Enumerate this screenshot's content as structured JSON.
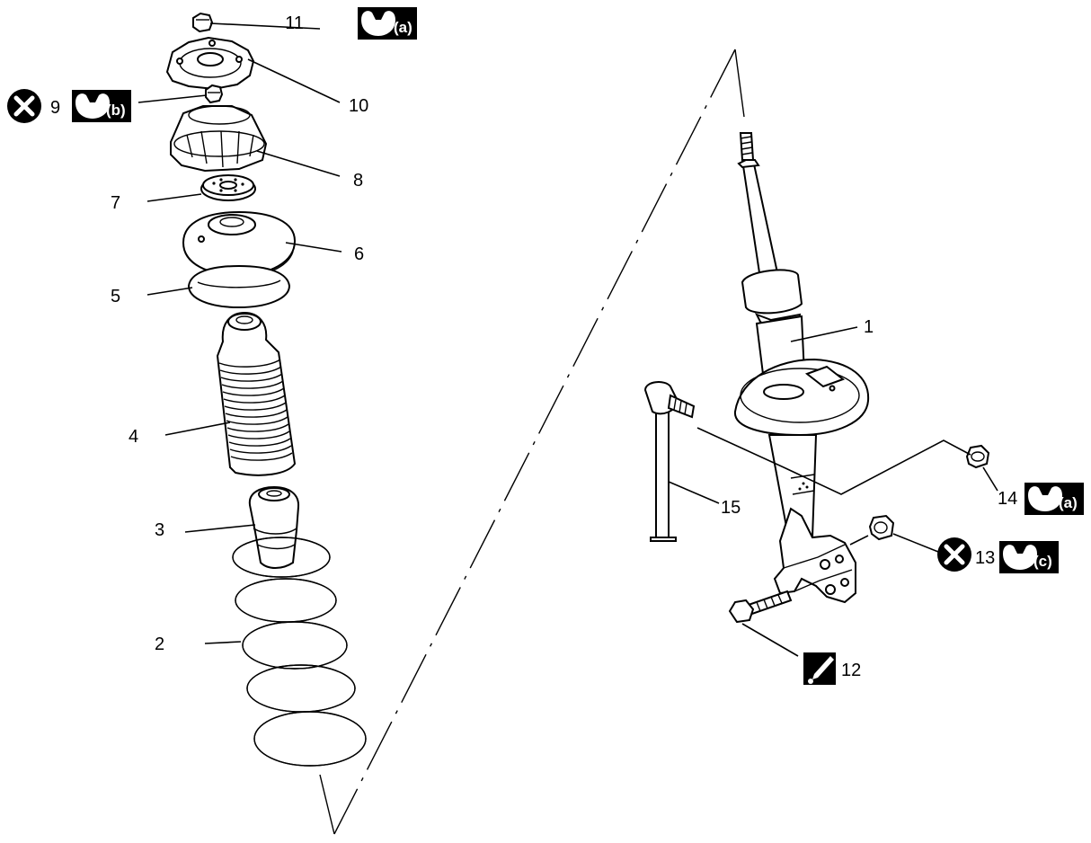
{
  "callouts": {
    "c1": "1",
    "c2": "2",
    "c3": "3",
    "c4": "4",
    "c5": "5",
    "c6": "6",
    "c7": "7",
    "c8": "8",
    "c9": "9",
    "c10": "10",
    "c11": "11",
    "c12": "12",
    "c13": "13",
    "c14": "14",
    "c15": "15"
  },
  "torque_tags": {
    "a": "(a)",
    "b": "(b)",
    "c": "(c)"
  },
  "icons": {
    "torque": "wrench-torque-icon",
    "do_not_reuse": "do-not-reuse-x-icon",
    "grease": "grease-brush-icon"
  }
}
